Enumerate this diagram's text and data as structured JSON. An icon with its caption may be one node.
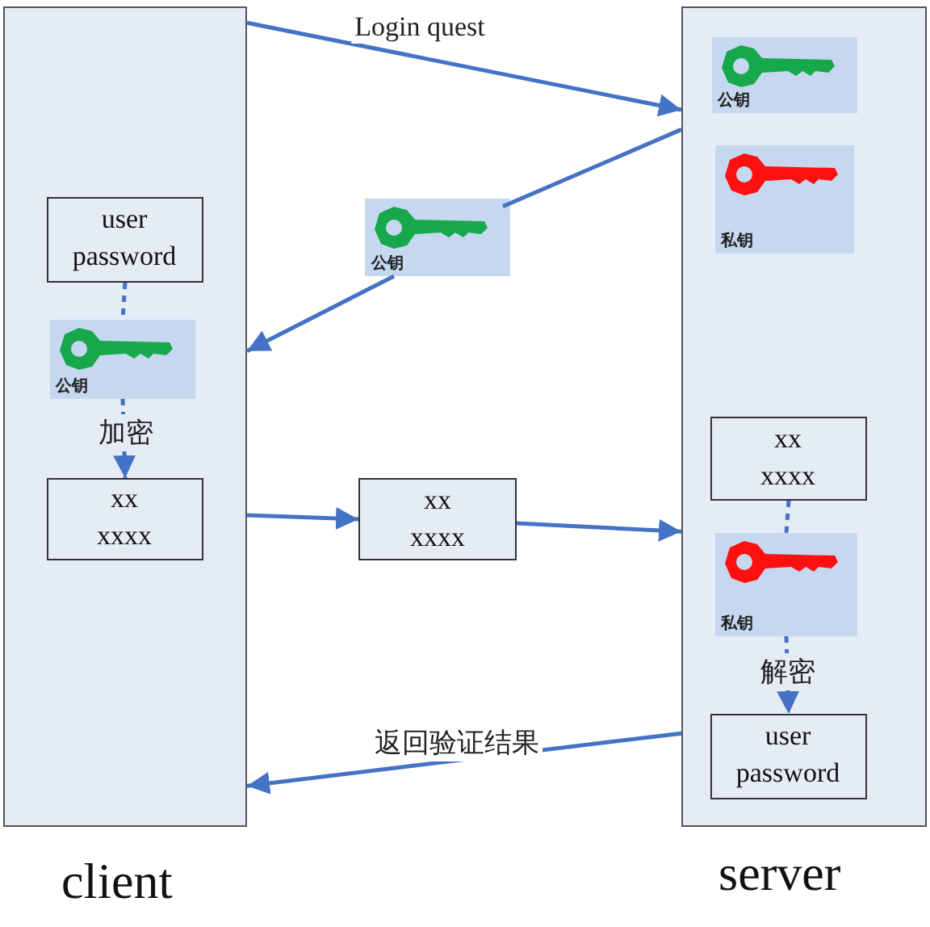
{
  "diagram": {
    "nodes": [
      {
        "text": [],
        "shape": "box",
        "beside": [
          "client"
        ]
      },
      {
        "text": [
          "user password"
        ],
        "in": 0
      },
      {
        "text": [
          "公钥"
        ],
        "in": 0
      },
      {
        "text": [
          "xx xxxx"
        ],
        "in": 0
      },
      {
        "text": [],
        "shape": "box",
        "beside": [
          "server"
        ]
      },
      {
        "text": [
          "公钥"
        ],
        "in": 4
      },
      {
        "text": [
          "私钥"
        ],
        "in": 4
      },
      {
        "text": [
          "xx xxxx"
        ],
        "in": 4
      },
      {
        "text": [
          "私钥"
        ],
        "in": 4
      },
      {
        "text": [
          "user password"
        ],
        "in": 4
      },
      {
        "text": [
          "公钥"
        ]
      },
      {
        "text": [
          "xx xxxx"
        ]
      }
    ],
    "edges": [
      {
        "from": 0,
        "to": 4,
        "arrow": "to",
        "label": "Login quest"
      },
      {
        "from": 4,
        "to": 10,
        "arrow": "none"
      },
      {
        "from": 10,
        "to": 0,
        "arrow": "to"
      },
      {
        "from": 1,
        "to": 2,
        "arrow": "none",
        "style": "dashed"
      },
      {
        "from": 2,
        "to": 3,
        "arrow": "to",
        "style": "dashed",
        "label": "加密"
      },
      {
        "from": 0,
        "to": 11,
        "arrow": "to"
      },
      {
        "from": 11,
        "to": 4,
        "arrow": "to"
      },
      {
        "from": 7,
        "to": 8,
        "arrow": "none",
        "style": "dashed"
      },
      {
        "from": 8,
        "to": 9,
        "arrow": "to",
        "style": "dashed",
        "label": "解密"
      },
      {
        "from": 4,
        "to": 0,
        "arrow": "to",
        "label": "返回验证结果"
      }
    ]
  }
}
